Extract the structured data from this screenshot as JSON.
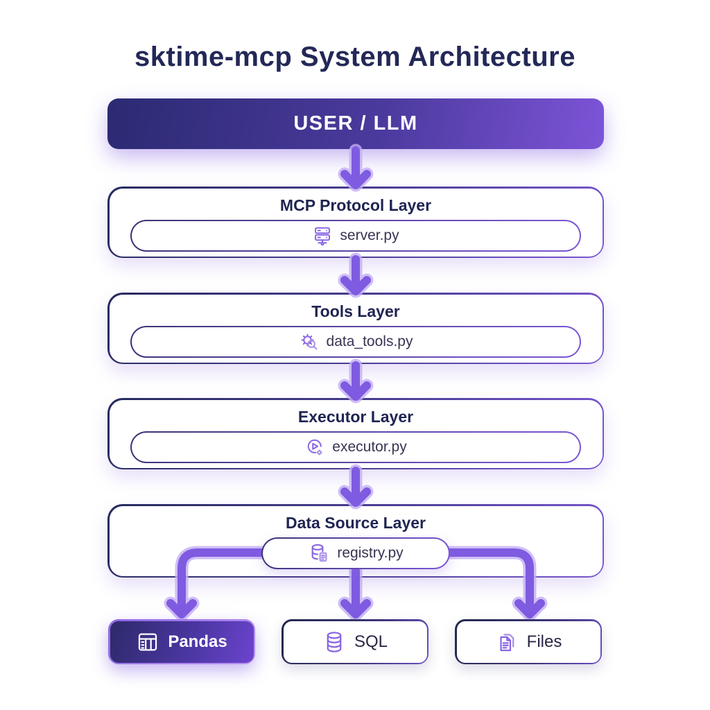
{
  "title": "sktime-mcp System Architecture",
  "banner": {
    "label": "USER / LLM"
  },
  "layers": [
    {
      "title": "MCP Protocol Layer",
      "module": "server.py",
      "icon": "server-icon"
    },
    {
      "title": "Tools Layer",
      "module": "data_tools.py",
      "icon": "gear-search-icon"
    },
    {
      "title": "Executor Layer",
      "module": "executor.py",
      "icon": "play-circle-gear-icon"
    },
    {
      "title": "Data Source Layer",
      "module": "registry.py",
      "icon": "database-file-icon"
    }
  ],
  "data_sources": [
    {
      "label": "Pandas",
      "icon": "table-grid-icon",
      "style": "filled"
    },
    {
      "label": "SQL",
      "icon": "database-cylinder-icon",
      "style": "outline"
    },
    {
      "label": "Files",
      "icon": "documents-icon",
      "style": "outline"
    }
  ],
  "colors": {
    "title_text": "#232857",
    "banner_gradient_start": "#2b2a72",
    "banner_gradient_end": "#7d54d8",
    "banner_text": "#ffffff",
    "box_border_start": "#262a5e",
    "box_border_end": "#7b57d2",
    "arrow": "#7e5be0",
    "arrow_halo": "#c3aef5",
    "layer_title_text": "#1f2452",
    "module_text": "#3a3352",
    "icon_accent": "#8a66e2",
    "background": "#ffffff"
  }
}
